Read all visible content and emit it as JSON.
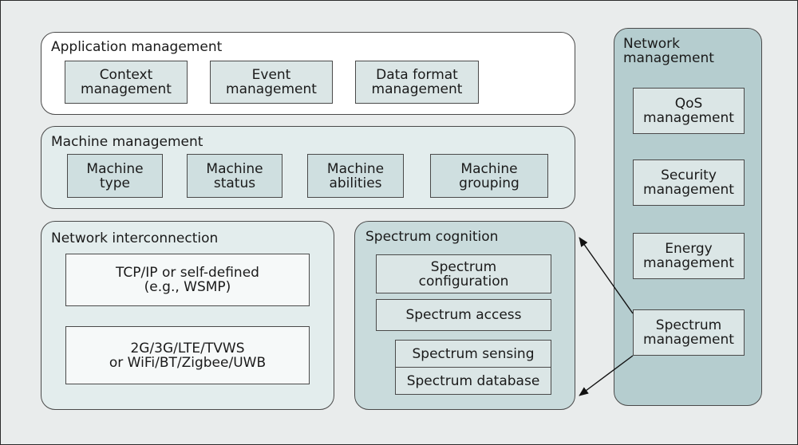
{
  "application_management": {
    "title": "Application management",
    "items": [
      "Context\nmanagement",
      "Event\nmanagement",
      "Data format\nmanagement"
    ]
  },
  "machine_management": {
    "title": "Machine management",
    "items": [
      "Machine\ntype",
      "Machine\nstatus",
      "Machine\nabilities",
      "Machine\ngrouping"
    ]
  },
  "network_interconnection": {
    "title": "Network interconnection",
    "items": [
      "TCP/IP or self-defined\n(e.g., WSMP)",
      "2G/3G/LTE/TVWS\nor WiFi/BT/Zigbee/UWB"
    ]
  },
  "spectrum_cognition": {
    "title": "Spectrum cognition",
    "items": [
      "Spectrum\nconfiguration",
      "Spectrum access",
      "Spectrum sensing",
      "Spectrum database"
    ]
  },
  "network_management": {
    "title": "Network\nmanagement",
    "items": [
      "QoS\nmanagement",
      "Security\nmanagement",
      "Energy\nmanagement",
      "Spectrum\nmanagement"
    ]
  },
  "colors": {
    "background": "#e9ecec",
    "application_panel": "#ffffff",
    "machine_panel": "#e3eded",
    "cognition_panel": "#c9dbdc",
    "network_panel": "#b5cdcf",
    "arrow": "#111111"
  }
}
